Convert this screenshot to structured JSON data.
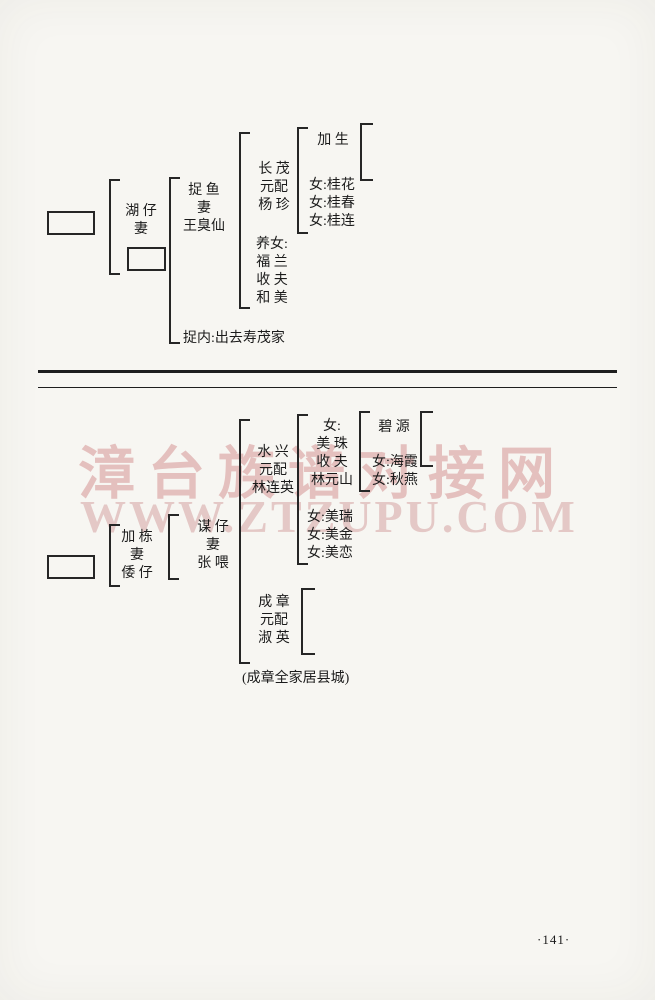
{
  "page": {
    "number": "·141·"
  },
  "watermark": {
    "line1": "漳台族谱对接网",
    "line2": "WWW.ZTZUPU.COM"
  },
  "tree1": {
    "col1": [
      "湖 仔",
      "妻"
    ],
    "col2": [
      "捉 鱼",
      "妻",
      "王臭仙"
    ],
    "col3a": [
      "长 茂",
      "元配",
      "杨 珍"
    ],
    "col3b": [
      "养女:",
      "福 兰",
      "收 夫",
      "和 美"
    ],
    "son4": "加 生",
    "daughters4": [
      "女:桂花",
      "女:桂春",
      "女:桂连"
    ],
    "note": "捉内:出去寿茂家"
  },
  "tree2": {
    "col1": [
      "加 栋",
      "妻",
      "倭 仔"
    ],
    "col2": [
      "谋 仔",
      "妻",
      "张 喂"
    ],
    "col3a": [
      "水 兴",
      "元配",
      "林连英"
    ],
    "col3b": [
      "成 章",
      "元配",
      "淑 英"
    ],
    "col4a": [
      "女:",
      "美 珠",
      "收 夫",
      "林元山"
    ],
    "daughters4": [
      "女:美瑞",
      "女:美金",
      "女:美恋"
    ],
    "son5": "碧 源",
    "daughters5": [
      "女:海霞",
      "女:秋燕"
    ],
    "note": "(成章全家居县城)"
  }
}
